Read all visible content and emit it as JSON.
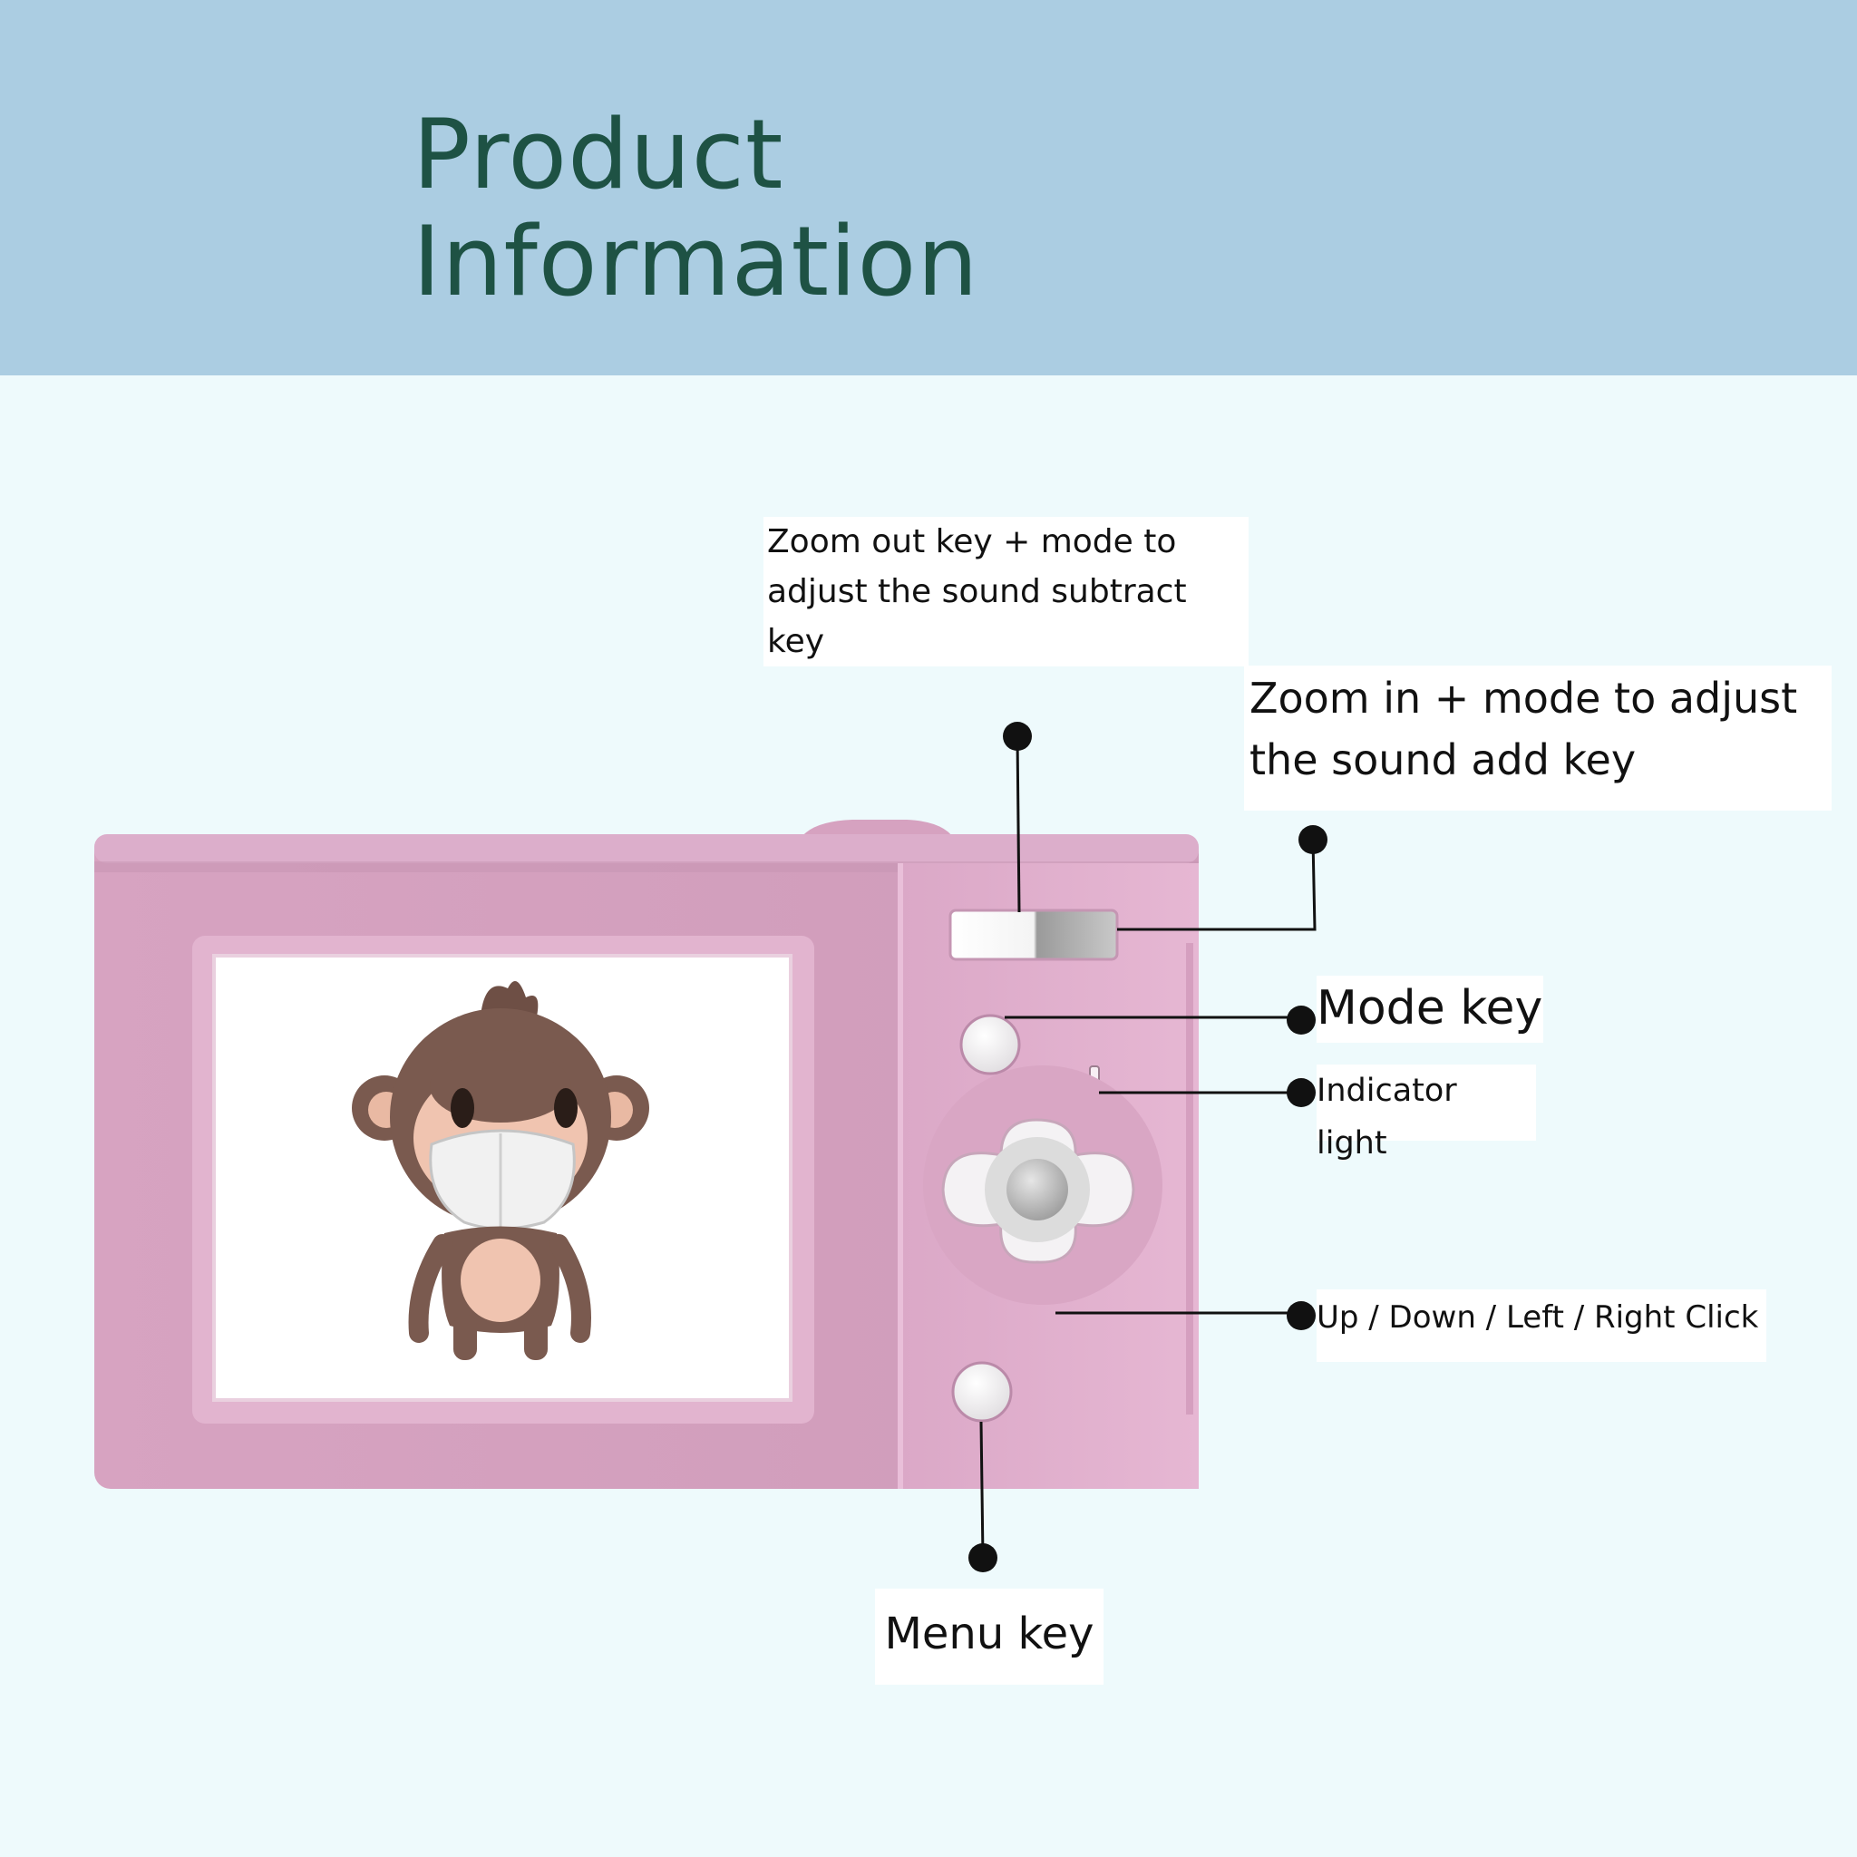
{
  "title": {
    "line1": "Product",
    "line2": "Information"
  },
  "labels": {
    "zoom_out": {
      "line1": "Zoom out key + mode to",
      "line2": "adjust the sound subtract key"
    },
    "zoom_in": {
      "line1": "Zoom in + mode to adjust",
      "line2": "the sound add key"
    },
    "mode": "Mode key",
    "indicator": "Indicator light",
    "dpad": "Up / Down / Left / Right Click",
    "menu": "Menu key"
  },
  "colors": {
    "header_bg": "#abcde2",
    "page_bg": "#eefafc",
    "title_text": "#1e5244",
    "camera_body": "#d19fbc",
    "callout_line": "#111111"
  },
  "icons": {
    "camera": "camera-body-icon",
    "character": "monkey-character-icon"
  }
}
